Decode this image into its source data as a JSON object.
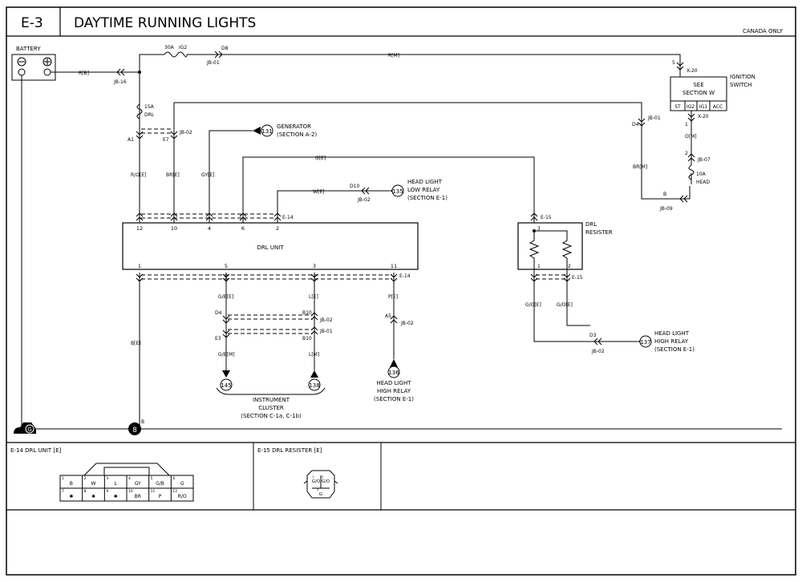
{
  "header": {
    "code": "E-3",
    "title": "DAYTIME RUNNING LIGHTS",
    "note": "CANADA ONLY"
  },
  "battery": {
    "label": "BATTERY",
    "minus": "⊖",
    "plus": "⊕"
  },
  "fuses": {
    "main_rating": "30A",
    "main_name": "IG2",
    "drl_rating": "15A",
    "drl_name": "DRL",
    "head_rating": "10A",
    "head_name": "HEAD"
  },
  "ignition": {
    "label1": "IGNITION",
    "label2": "SWITCH",
    "see1": "SEE",
    "see2": "SECTION W",
    "positions": [
      "ST",
      "IG2",
      "IG1",
      "ACC"
    ]
  },
  "drl_unit": {
    "name": "DRL UNIT",
    "top_pins": [
      "12",
      "10",
      "4",
      "6",
      "2"
    ],
    "bottom_pins": [
      "1",
      "5",
      "3",
      "11"
    ]
  },
  "resister": {
    "label1": "DRL",
    "label2": "RESISTER",
    "pins": [
      "3",
      "1",
      "2"
    ]
  },
  "wires": {
    "rb": "R[B]",
    "rm": "R[M]",
    "ro": "R/O[E]",
    "br": "BR[E]",
    "gy": "GY[E]",
    "ge": "G[E]",
    "we": "W[E]",
    "brm": "BR[M]",
    "om": "O[M]",
    "gbe": "G/B[E]",
    "le": "L[E]",
    "pe": "P[E]",
    "be": "B[E]",
    "gbm": "G/B[M]",
    "lm": "L[M]",
    "goe1": "G/O[E]",
    "goe2": "G/O[E]"
  },
  "connectors": {
    "jb16": "JB-16",
    "d8": "D8",
    "jb01a": "JB-01",
    "a1": "A1",
    "e7": "E7",
    "jb02a": "JB-02",
    "e14a": "E-14",
    "e14b": "E-14",
    "e15a": "E-15",
    "e15b": "E-15",
    "pin5": "5",
    "x20a": "X-20",
    "pin1": "1",
    "x20b": "X-20",
    "pin2": "2",
    "jb07": "JB-07",
    "d4a": "D4",
    "jb01b": "JB-01",
    "pinb": "B",
    "jb09": "JB-09",
    "d10": "D10",
    "jb02b": "JB-02",
    "d4b": "D4",
    "b10a": "B10",
    "jb02c": "JB-02",
    "e3": "E3",
    "b10b": "B10",
    "jb01c": "JB-01",
    "a5": "A5",
    "jb02d": "JB-02",
    "d3": "D3",
    "jb02e": "JB-02",
    "gpin": "B"
  },
  "refs": {
    "generator": {
      "num": "131",
      "l1": "GENERATOR",
      "l2": "(SECTION A-2)"
    },
    "low_relay": {
      "num": "135",
      "l1": "HEAD LIGHT",
      "l2": "LOW RELAY",
      "l3": "(SECTION E-1)"
    },
    "high_relay_r": {
      "num": "137",
      "l1": "HEAD LIGHT",
      "l2": "HIGH  RELAY",
      "l3": "(SECTION E-1)"
    },
    "high_relay_b": {
      "num": "136",
      "l1": "HEAD LIGHT",
      "l2": "HIGH RELAY",
      "l3": "(SECTION E-1)"
    },
    "cluster_a": {
      "num": "145"
    },
    "cluster_b": {
      "num": "138"
    },
    "cluster": {
      "l1": "INSTRUMENT",
      "l2": "CLUSTER",
      "l3": "(SECTION C-1a, C-1b)"
    }
  },
  "ground": {
    "car": "G",
    "num": "8"
  },
  "bottom": {
    "e14_title": "E-14 DRL UNIT [E]",
    "e15_title": "E-15 DRL RESISTER [E]",
    "e14_cells": [
      {
        "n": "1",
        "v": "B"
      },
      {
        "n": "2",
        "v": "W"
      },
      {
        "n": "3",
        "v": "L"
      },
      {
        "n": "4",
        "v": "GY"
      },
      {
        "n": "5",
        "v": "G/B"
      },
      {
        "n": "6",
        "v": "G"
      },
      {
        "n": "7",
        "v": "✱"
      },
      {
        "n": "8",
        "v": "✱"
      },
      {
        "n": "9",
        "v": "✱"
      },
      {
        "n": "10",
        "v": "BR"
      },
      {
        "n": "11",
        "v": "P"
      },
      {
        "n": "12",
        "v": "R/O"
      }
    ],
    "e15_cells": [
      {
        "n": "1",
        "v": "G/O"
      },
      {
        "n": "2",
        "v": "G/O"
      },
      {
        "n": "3",
        "v": "G"
      }
    ]
  }
}
